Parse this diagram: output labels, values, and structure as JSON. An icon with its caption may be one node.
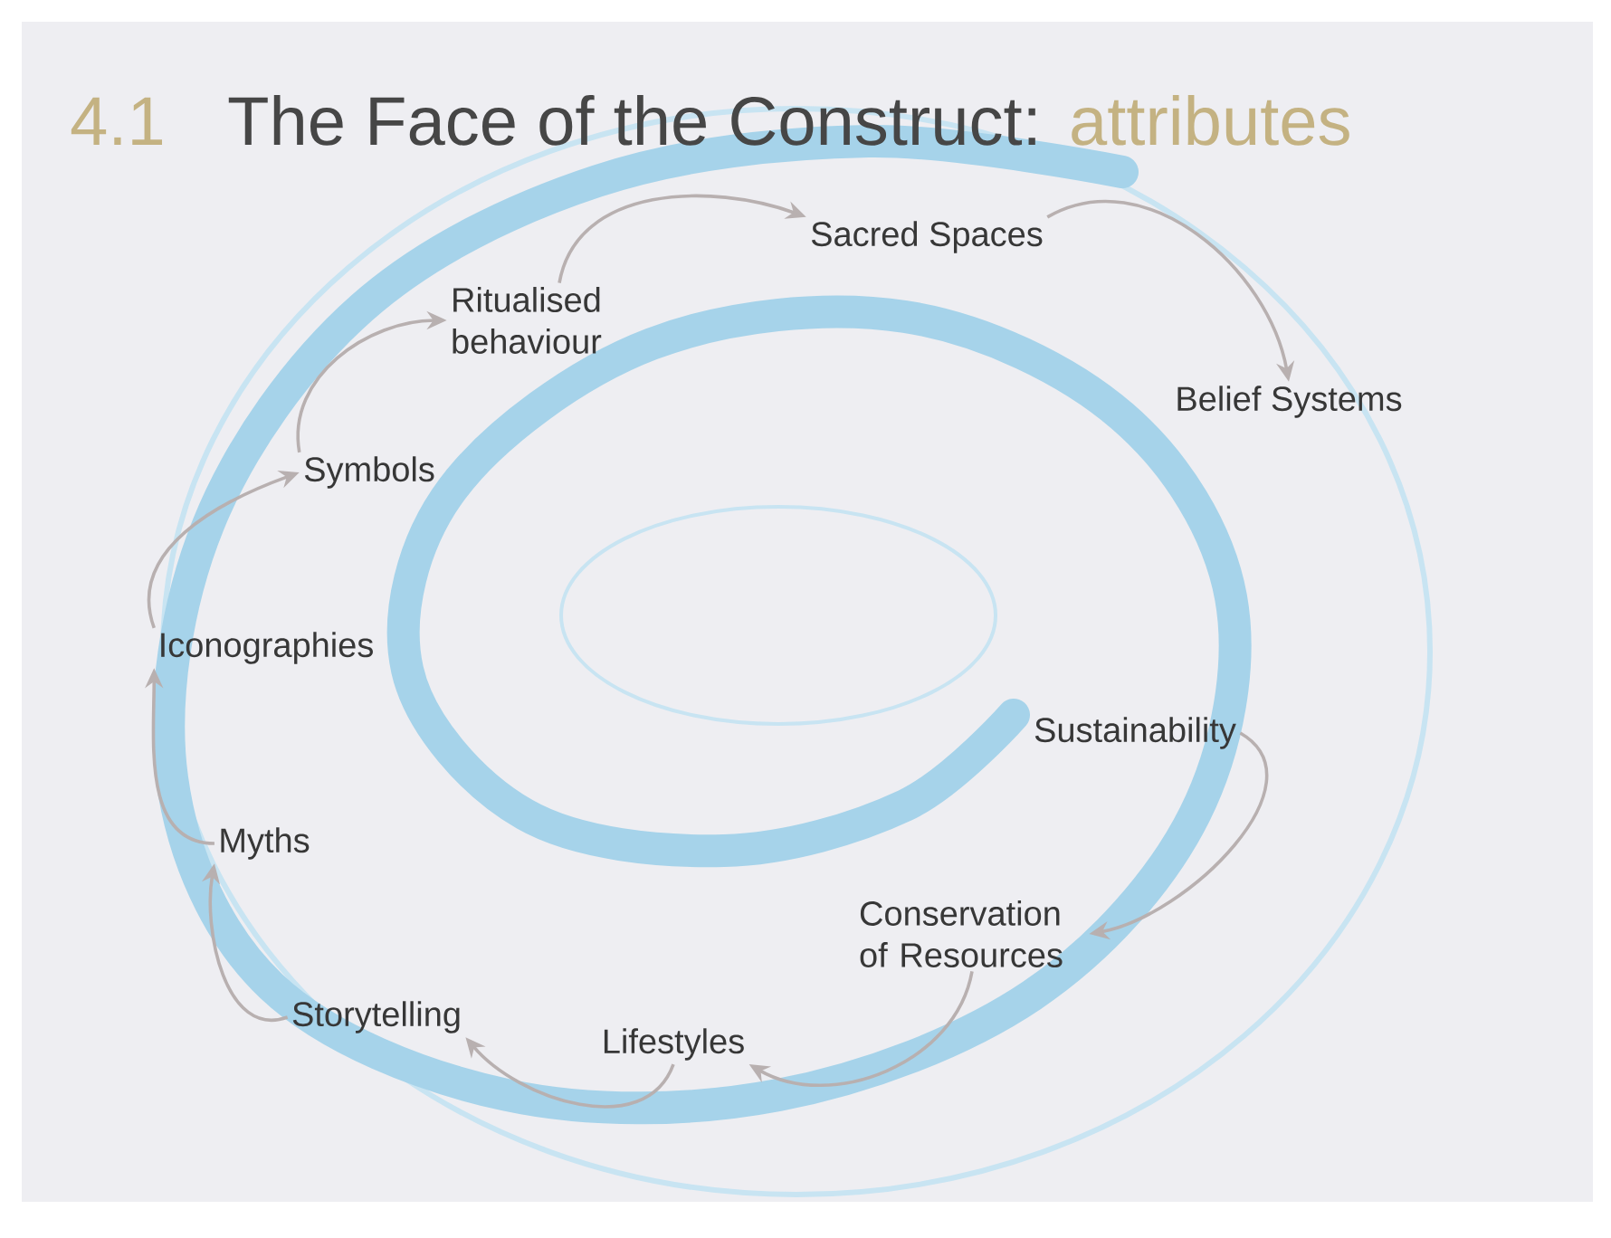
{
  "diagram": {
    "title": "The Face of the Construct:",
    "nodes": [
      {
        "text": [
          "Sustainability"
        ]
      },
      {
        "text": [
          "Conservation of Resources"
        ]
      },
      {
        "text": [
          "Lifestyles"
        ]
      },
      {
        "text": [
          "Storytelling"
        ]
      },
      {
        "text": [
          "Myths"
        ]
      },
      {
        "text": [
          "Iconographies"
        ]
      },
      {
        "text": [
          "Symbols"
        ]
      },
      {
        "text": [
          "Ritualised behaviour"
        ]
      },
      {
        "text": [
          "Sacred Spaces"
        ]
      },
      {
        "text": [
          "Belief Systems"
        ]
      }
    ],
    "edges": [
      {
        "from": 0,
        "to": 1,
        "arrow": "to"
      },
      {
        "from": 1,
        "to": 2,
        "arrow": "to"
      },
      {
        "from": 2,
        "to": 3,
        "arrow": "to"
      },
      {
        "from": 3,
        "to": 4,
        "arrow": "to"
      },
      {
        "from": 4,
        "to": 5,
        "arrow": "to"
      },
      {
        "from": 5,
        "to": 6,
        "arrow": "to"
      },
      {
        "from": 6,
        "to": 7,
        "arrow": "to"
      },
      {
        "from": 7,
        "to": 8,
        "arrow": "to"
      },
      {
        "from": 8,
        "to": 9,
        "arrow": "to"
      }
    ],
    "labels": [
      "4.1",
      "attributes"
    ]
  }
}
